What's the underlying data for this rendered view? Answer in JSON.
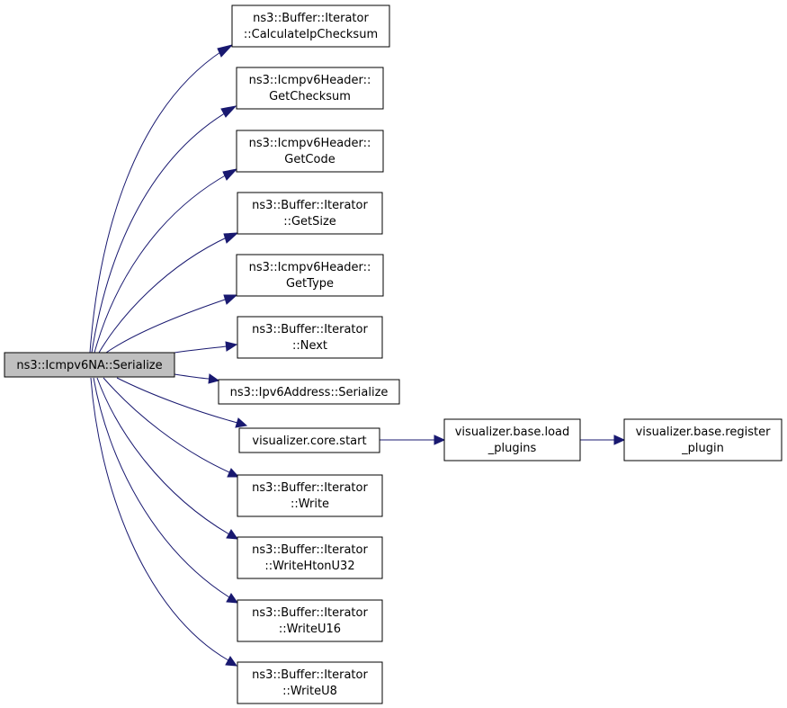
{
  "graph": {
    "root": {
      "line1": "ns3::Icmpv6NA::Serialize"
    },
    "nodes": {
      "calculate_ip_checksum": {
        "line1": "ns3::Buffer::Iterator",
        "line2": "::CalculateIpChecksum"
      },
      "get_checksum": {
        "line1": "ns3::Icmpv6Header::",
        "line2": "GetChecksum"
      },
      "get_code": {
        "line1": "ns3::Icmpv6Header::",
        "line2": "GetCode"
      },
      "get_size": {
        "line1": "ns3::Buffer::Iterator",
        "line2": "::GetSize"
      },
      "get_type": {
        "line1": "ns3::Icmpv6Header::",
        "line2": "GetType"
      },
      "next": {
        "line1": "ns3::Buffer::Iterator",
        "line2": "::Next"
      },
      "ipv6_serialize": {
        "line1": "ns3::Ipv6Address::Serialize"
      },
      "core_start": {
        "line1": "visualizer.core.start"
      },
      "load_plugins": {
        "line1": "visualizer.base.load",
        "line2": "_plugins"
      },
      "register_plugin": {
        "line1": "visualizer.base.register",
        "line2": "_plugin"
      },
      "write": {
        "line1": "ns3::Buffer::Iterator",
        "line2": "::Write"
      },
      "write_hton_u32": {
        "line1": "ns3::Buffer::Iterator",
        "line2": "::WriteHtonU32"
      },
      "write_u16": {
        "line1": "ns3::Buffer::Iterator",
        "line2": "::WriteU16"
      },
      "write_u8": {
        "line1": "ns3::Buffer::Iterator",
        "line2": "::WriteU8"
      }
    },
    "colors": {
      "edge": "#191970",
      "root_fill": "#bfbfbf",
      "node_fill": "#ffffff",
      "node_border": "#000000"
    }
  }
}
